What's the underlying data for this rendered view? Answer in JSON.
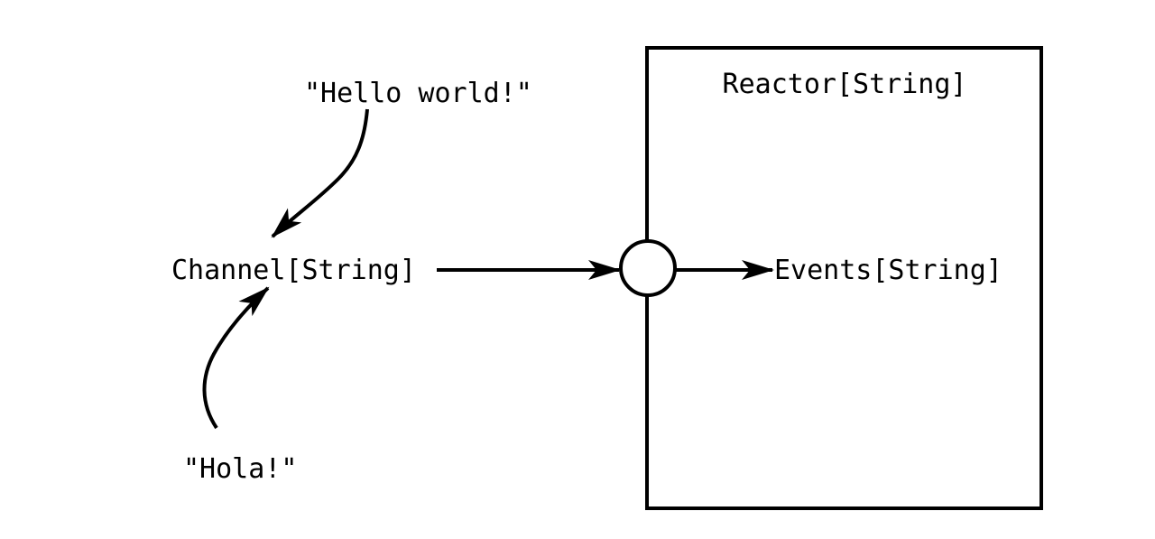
{
  "colors": {
    "stroke": "#000000",
    "background": "#ffffff"
  },
  "labels": {
    "hello_message": "\"Hello world!\"",
    "hola_message": "\"Hola!\"",
    "channel": "Channel[String]",
    "reactor": "Reactor[String]",
    "events": "Events[String]"
  }
}
